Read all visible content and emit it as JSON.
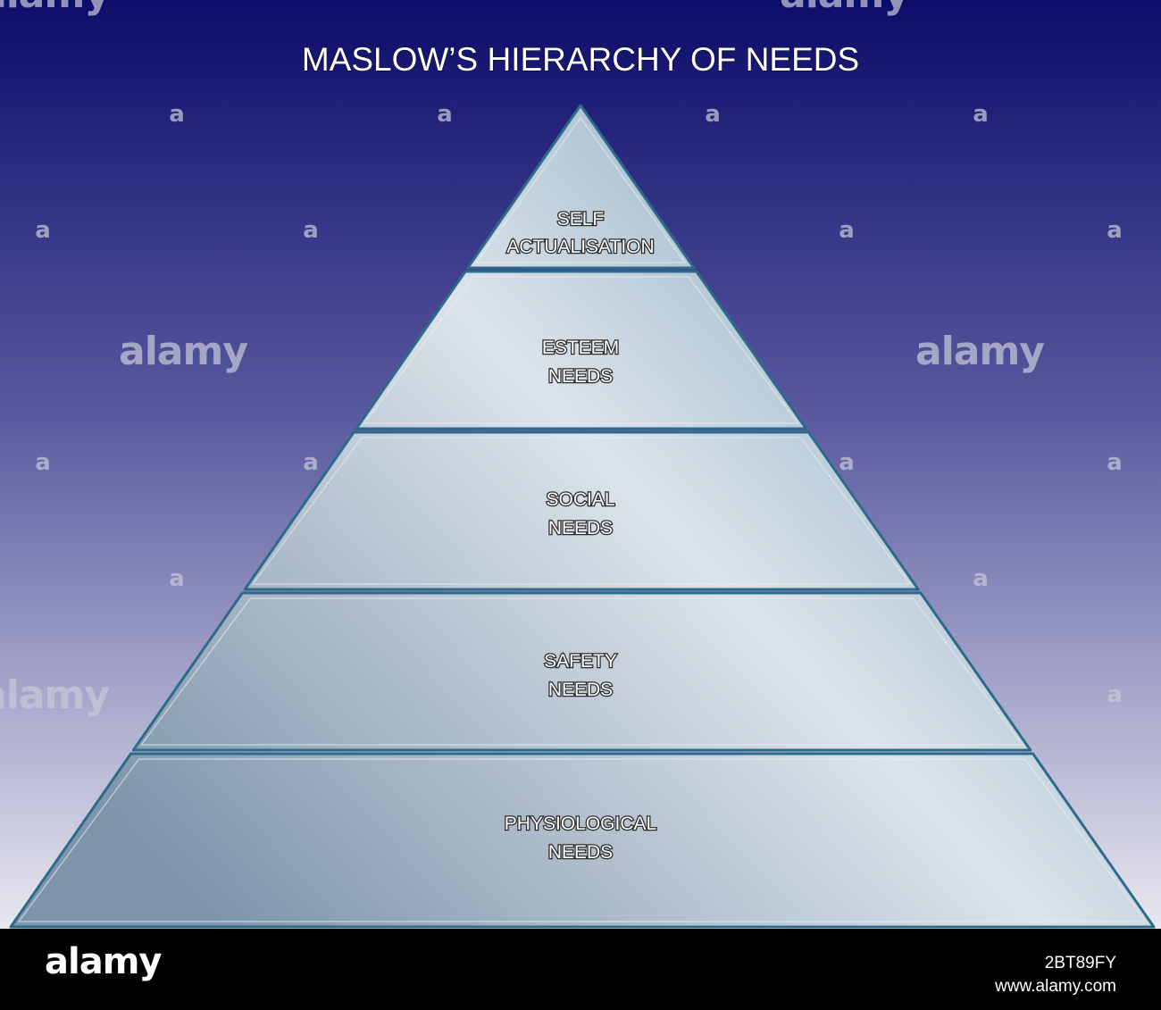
{
  "diagram": {
    "title": "MASLOW’S HIERARCHY OF NEEDS",
    "tiers": [
      {
        "lines": [
          "SELF",
          "ACTUALISATION"
        ]
      },
      {
        "lines": [
          "ESTEEM",
          "NEEDS"
        ]
      },
      {
        "lines": [
          "SOCIAL",
          "NEEDS"
        ]
      },
      {
        "lines": [
          "SAFETY",
          "NEEDS"
        ]
      },
      {
        "lines": [
          "PHYSIOLOGICAL",
          "NEEDS"
        ]
      }
    ]
  },
  "watermark": {
    "text": "alamy",
    "letter": "a"
  },
  "footer": {
    "logo": "alamy",
    "image_id": "2BT89FY",
    "site": "www.alamy.com"
  },
  "colors": {
    "background_top": "#0c0c6a",
    "background_bottom": "#e8e8f0",
    "tier_light": "#dce3ea",
    "tier_dark": "#7e94aa",
    "tier_edge": "#2e6a8a"
  }
}
